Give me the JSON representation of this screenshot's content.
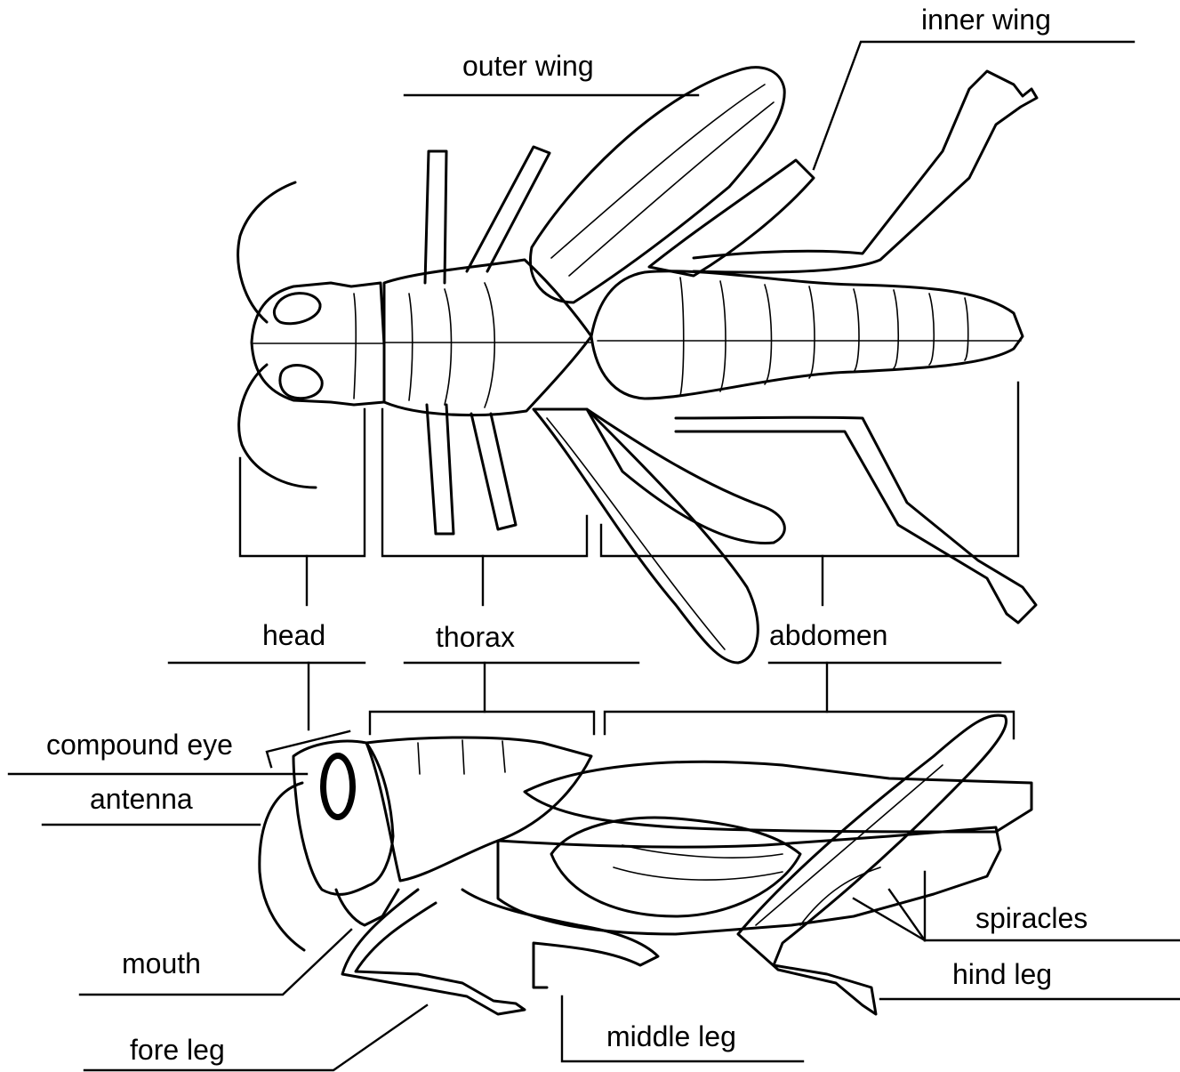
{
  "labels": {
    "outer_wing": "outer wing",
    "inner_wing": "inner wing",
    "head": "head",
    "thorax": "thorax",
    "abdomen": "abdomen",
    "compound_eye": "compound eye",
    "antenna": "antenna",
    "mouth": "mouth",
    "fore_leg": "fore leg",
    "middle_leg": "middle leg",
    "hind_leg": "hind leg",
    "spiracles": "spiracles"
  },
  "colors": {
    "ink": "#000000",
    "background": "#ffffff"
  }
}
